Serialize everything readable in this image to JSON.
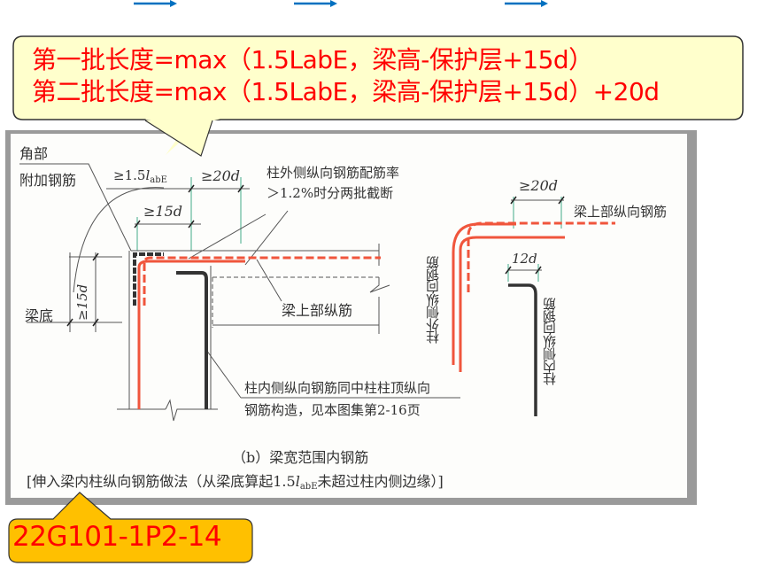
{
  "top_arrows": [
    {
      "name": "arrow-1",
      "color": "#0070c0"
    },
    {
      "name": "arrow-2",
      "color": "#0070c0"
    },
    {
      "name": "arrow-3",
      "color": "#0070c0"
    }
  ],
  "formula_callout": {
    "background": "#ffffcc",
    "text_color": "#ff0000",
    "line1": "第一批长度=max（1.5LabE，梁高-保护层+15d）",
    "line2": "第二批长度=max（1.5LabE，梁高-保护层+15d）+20d"
  },
  "diagram": {
    "corner_label_1": "角部",
    "corner_label_2": "附加钢筋",
    "dim_15labe_prefix": "≥1.5",
    "dim_15labe_l": "l",
    "dim_15labe_sub": "abE",
    "dim_20d_left": "≥20d",
    "dim_15d_top": "≥15d",
    "dim_15d_vertical": "≥15d",
    "note_outer_line1": "柱外侧纵向钢筋配筋率",
    "note_outer_line2": "＞1.2%时分两批截断",
    "beam_bottom_label": "梁底",
    "beam_top_bar_label": "梁上部纵筋",
    "note_inner_line1": "柱内侧纵向钢筋同中柱柱顶纵向",
    "note_inner_line2": "钢筋构造，见本图集第2-16页",
    "right_dim_20d": "≥20d",
    "right_beam_top_label": "梁上部纵向钢筋",
    "right_outer_col_label": "柱外侧纵向钢筋",
    "right_dim_12d": "12d",
    "right_inner_col_label": "柱内侧纵向钢筋",
    "caption_title": "（b）梁宽范围内钢筋",
    "caption_sub_prefix": "[伸入梁内柱纵向钢筋做法（从梁底算起1.5",
    "caption_sub_l": "l",
    "caption_sub_subscript": "abE",
    "caption_sub_suffix": "未超过柱内侧边缘）]",
    "rebar_red": "#f0553c",
    "rebar_dark": "#333333"
  },
  "reference_callout": {
    "background": "#ffc000",
    "text_color": "#ff0000",
    "text": "22G101-1P2-14"
  }
}
